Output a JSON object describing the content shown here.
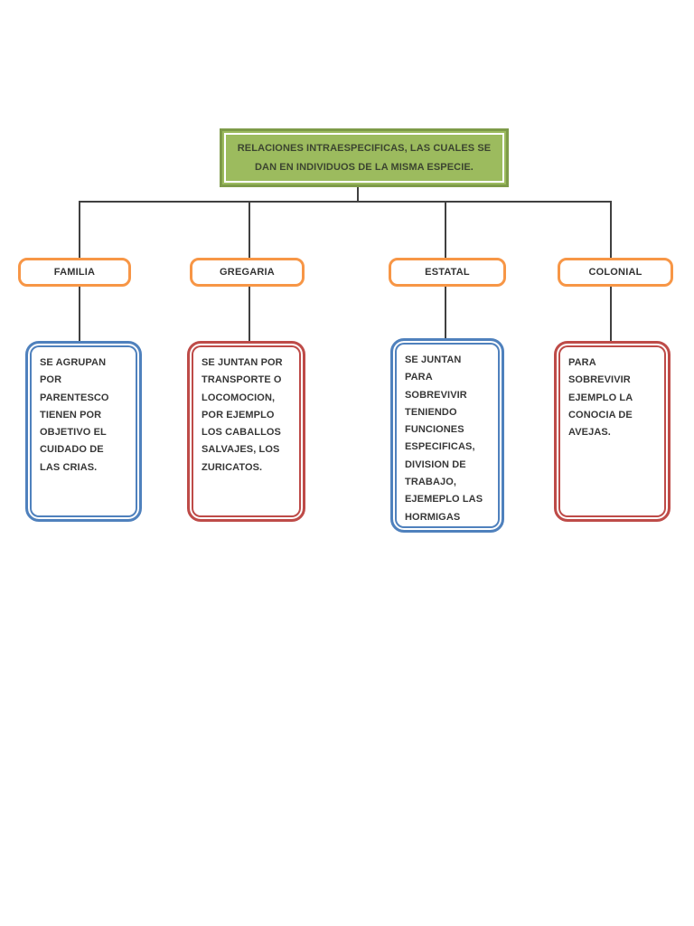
{
  "diagram": {
    "title": {
      "text": "RELACIONES INTRAESPECIFICAS, LAS CUALES SE\nDAN EN INDIVIDUOS DE LA MISMA ESPECIE."
    },
    "branches": [
      {
        "label": "FAMILIA",
        "description": "SE AGRUPAN\nPOR\nPARENTESCO\nTIENEN POR\nOBJETIVO EL\nCUIDADO DE\nLAS CRIAS.",
        "description_border_color": "#4F81BD"
      },
      {
        "label": "GREGARIA",
        "description": "SE JUNTAN POR\nTRANSPORTE O\nLOCOMOCION,\nPOR EJEMPLO\nLOS CABALLOS\nSALVAJES, LOS\nZURICATOS.",
        "description_border_color": "#BE4B48"
      },
      {
        "label": "ESTATAL",
        "description": "SE JUNTAN\nPARA\nSOBREVIVIR\nTENIENDO\nFUNCIONES\nESPECIFICAS,\nDIVISION DE\nTRABAJO,\nEJEMEPLO LAS\nHORMIGAS",
        "description_border_color": "#4F81BD"
      },
      {
        "label": "COLONIAL",
        "description": "PARA\nSOBREVIVIR\nEJEMPLO LA\nCONOCIA DE\nAVEJAS.",
        "description_border_color": "#BE4B48"
      }
    ],
    "colors": {
      "title_fill": "#9CBB5E",
      "title_border": "#7E9B49",
      "label_border": "#F79646",
      "accent_blue": "#4F81BD",
      "accent_red": "#BE4B48",
      "connector": "#404040"
    }
  }
}
